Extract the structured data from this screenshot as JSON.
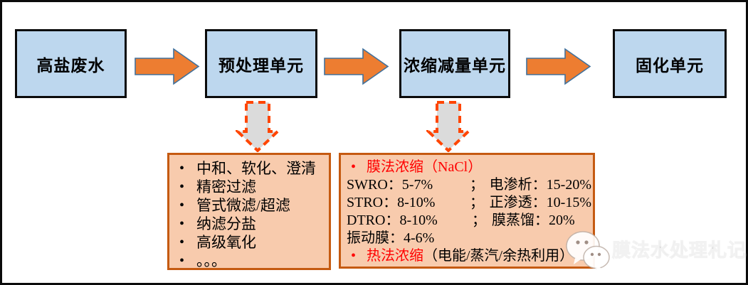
{
  "flow": {
    "boxes": [
      {
        "label": "高盐废水"
      },
      {
        "label": "预处理单元"
      },
      {
        "label": "浓缩减量单元"
      },
      {
        "label": "固化单元"
      }
    ]
  },
  "pretreatment_box": {
    "items": [
      "中和、软化、澄清",
      "精密过滤",
      "管式微滤/超滤",
      "纳滤分盐",
      "高级氧化",
      "。。。"
    ]
  },
  "concentration_box": {
    "membrane_heading": "膜法浓缩（NaCl）",
    "rows": [
      {
        "left": "SWRO：5-7%",
        "sep": "；",
        "right": "电渗析：15-20%"
      },
      {
        "left": "STRO：8-10%",
        "sep": "；",
        "right": "正渗透：10-15%"
      },
      {
        "left": "DTRO：8-10%",
        "sep": "；",
        "right": "膜蒸馏：20%"
      },
      {
        "left": "振动膜：4-6%",
        "sep": "",
        "right": ""
      }
    ],
    "thermal_heading": "热法浓缩",
    "thermal_detail": "（电能/蒸汽/余热利用）"
  },
  "watermark": {
    "label": "膜法水处理札记",
    "icon": "wechat-icon"
  },
  "colors": {
    "flow_box_fill": "#BDD7EE",
    "flow_box_border": "#0b0b0b",
    "arrow_fill": "#ED7D31",
    "arrow_outline": "#41719C",
    "dashed_arrow_fill": "#DBDBDB",
    "dashed_arrow_outline": "#FF4500",
    "detail_fill": "#F8CBAD",
    "detail_border": "#C55A11",
    "highlight_red": "#FF0000"
  }
}
